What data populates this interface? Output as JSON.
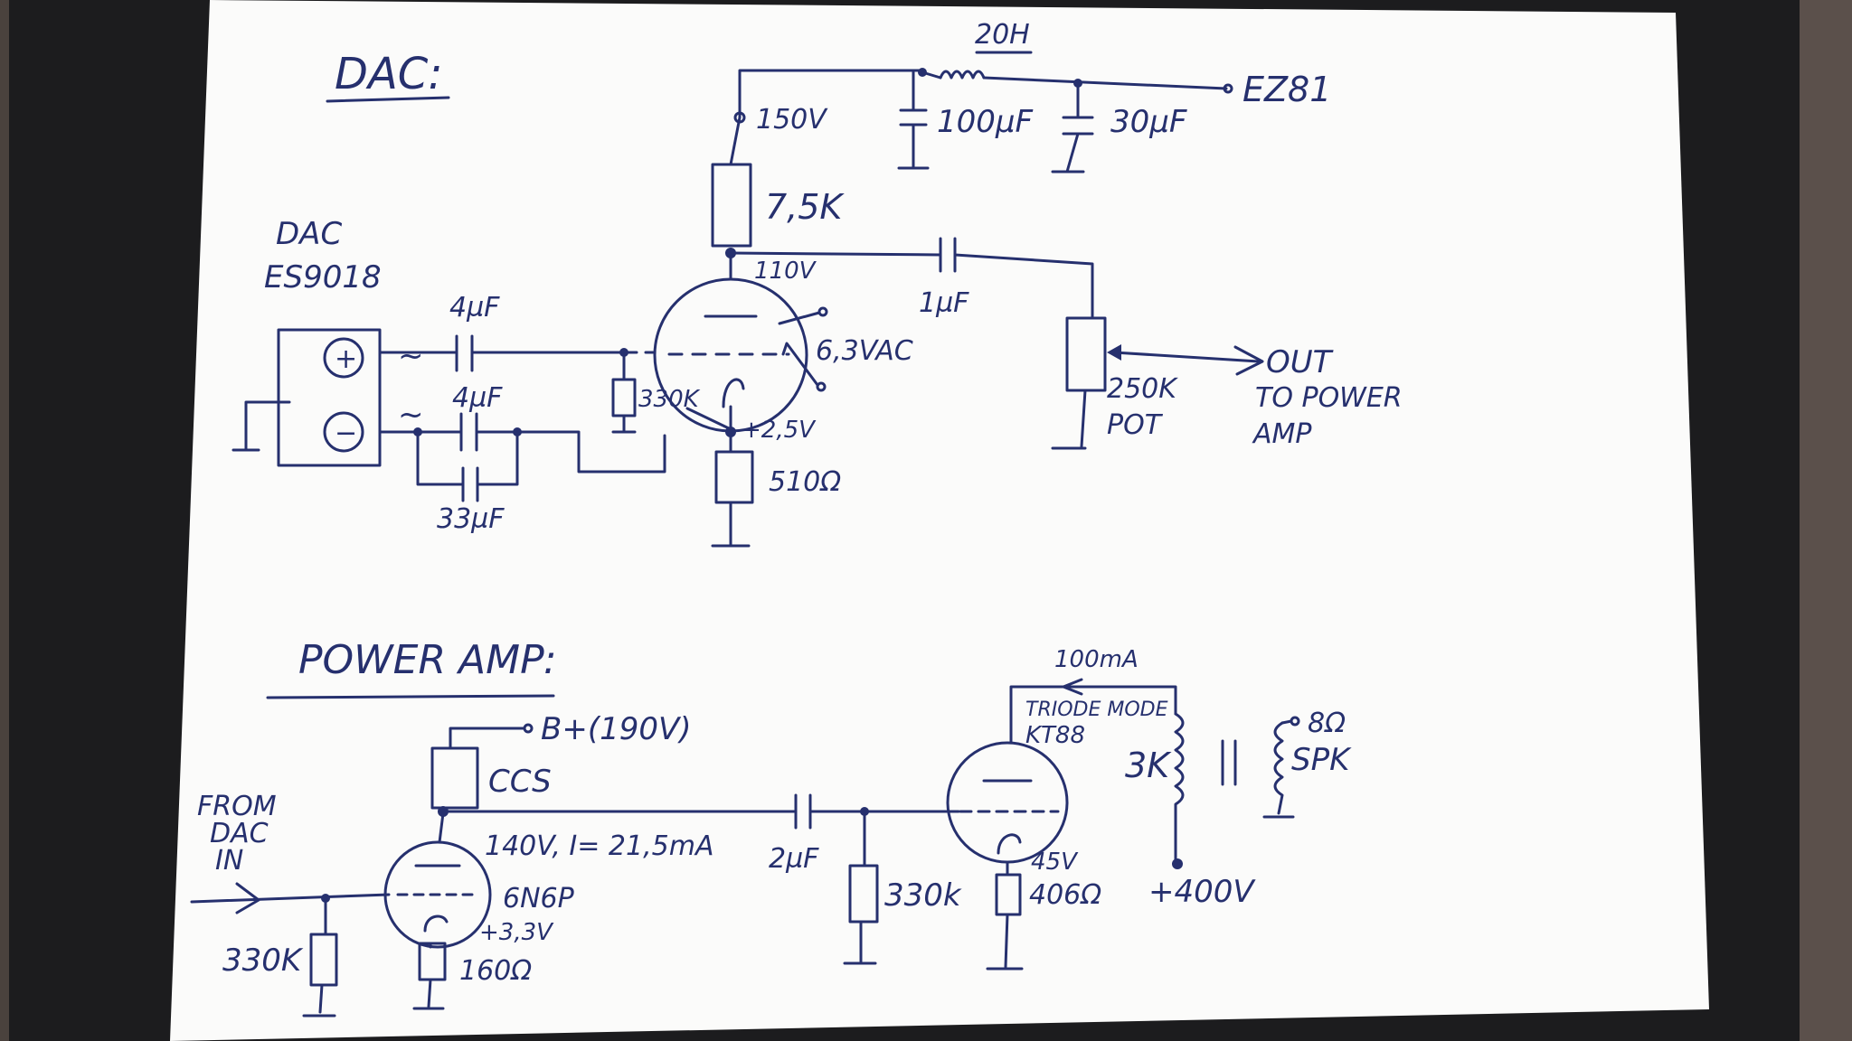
{
  "colors": {
    "ink": "#26306e",
    "paper": "#fbfbfa",
    "folder": "#1c1c1e",
    "table": "#4a423d"
  },
  "dac_section": {
    "title": "DAC:",
    "dac_chip": "DAC",
    "dac_model": "ES9018",
    "plus_symbol": "+",
    "minus_symbol": "−",
    "sig_plus": "~",
    "sig_minus": "~",
    "cap_in_top": "4µF",
    "cap_in_bottom": "4µF",
    "cap_bypass": "33µF",
    "grid_resistor": "330K",
    "cathode_voltage": "+2,5V",
    "cathode_resistor": "510Ω",
    "plate_voltage": "110V",
    "plate_resistor": "7,5K",
    "supply_voltage": "150V",
    "choke": "20H",
    "filter_cap_1": "100µF",
    "filter_cap_2": "30µF",
    "rectifier": "EZ81",
    "heater": "6,3VAC",
    "coupling_cap": "1µF",
    "pot_value": "250K",
    "pot_label": "POT",
    "out_label": "OUT",
    "out_line2": "TO POWER",
    "out_line3": "AMP"
  },
  "power_amp_section": {
    "title": "POWER AMP:",
    "from_line1": "FROM",
    "from_line2": "DAC",
    "from_line3": "IN",
    "input_resistor": "330K",
    "driver_tube": "6N6P",
    "driver_cathode_voltage": "+3,3V",
    "driver_cathode_resistor": "160Ω",
    "ccs_label": "CCS",
    "bplus": "B+(190V)",
    "operating_point": "140V, I= 21,5mA",
    "coupling_cap": "2µF",
    "grid_resistor": "330k",
    "output_cathode_voltage": "45V",
    "output_cathode_resistor": "406Ω",
    "output_current": "100mA",
    "output_tube_mode": "TRIODE MODE",
    "output_tube": "KT88",
    "primary_impedance": "3K",
    "speaker_impedance": "8Ω",
    "speaker_label": "SPK",
    "hv_supply": "+400V"
  }
}
